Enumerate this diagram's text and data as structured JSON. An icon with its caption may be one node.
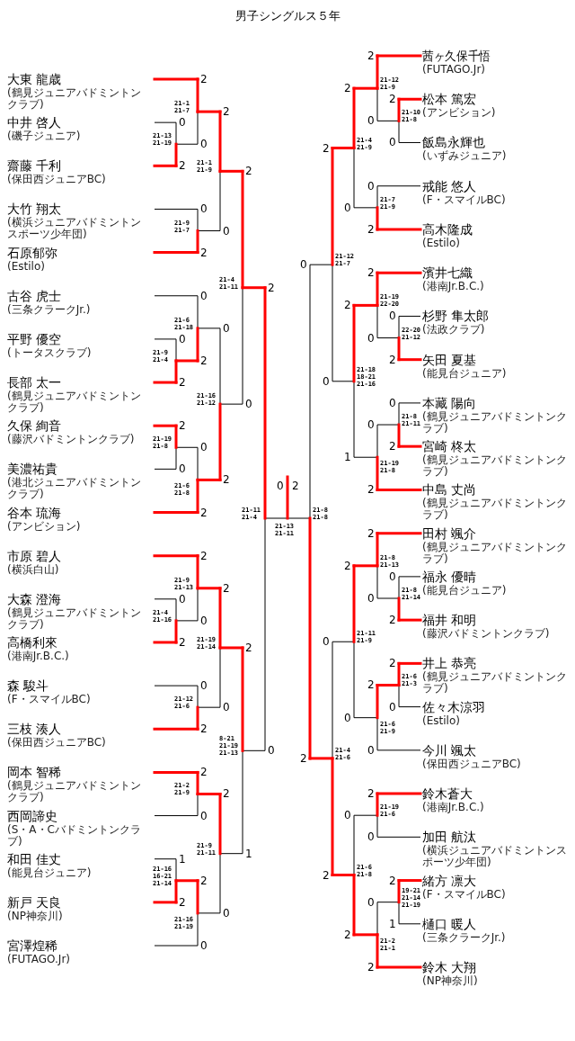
{
  "diagram": {
    "title": "男子シングルス５年",
    "nodes": [
      {
        "text": [
          "大東 龍歳"
        ],
        "beside": [
          "(鶴見ジュニアバドミントンクラブ)"
        ]
      },
      {
        "text": [
          "中井 啓人"
        ],
        "beside": [
          "(磯子ジュニア)"
        ]
      },
      {
        "text": [
          "齋藤 千利"
        ],
        "beside": [
          "(保田西ジュニアBC)"
        ]
      },
      {
        "text": [
          "大竹 翔太"
        ],
        "beside": [
          "(横浜ジュニアバドミントンスポーツ少年団)"
        ]
      },
      {
        "text": [
          "石原郁弥"
        ],
        "beside": [
          "(Estilo)"
        ]
      },
      {
        "text": [
          "古谷 虎士"
        ],
        "beside": [
          "(三条クラークJr.)"
        ]
      },
      {
        "text": [
          "平野 優空"
        ],
        "beside": [
          "(トータスクラブ)"
        ]
      },
      {
        "text": [
          "長部 太一"
        ],
        "beside": [
          "(鶴見ジュニアバドミントンクラブ)"
        ]
      },
      {
        "text": [
          "久保 絢音"
        ],
        "beside": [
          "(藤沢バドミントンクラブ)"
        ]
      },
      {
        "text": [
          "美濃祐貴"
        ],
        "beside": [
          "(港北ジュニアバドミントンクラブ)"
        ]
      },
      {
        "text": [
          "谷本 琉海"
        ],
        "beside": [
          "(アンビション)"
        ]
      },
      {
        "text": [
          "市原 碧人"
        ],
        "beside": [
          "(横浜白山)"
        ]
      },
      {
        "text": [
          "大森 澄海"
        ],
        "beside": [
          "(鶴見ジュニアバドミントンクラブ)"
        ]
      },
      {
        "text": [
          "高橋利來"
        ],
        "beside": [
          "(港南Jr.B.C.)"
        ]
      },
      {
        "text": [
          "森 駿斗"
        ],
        "beside": [
          "(F・スマイルBC)"
        ]
      },
      {
        "text": [
          "三枝 湊人"
        ],
        "beside": [
          "(保田西ジュニアBC)"
        ]
      },
      {
        "text": [
          "岡本 智稀"
        ],
        "beside": [
          "(鶴見ジュニアバドミントンクラブ)"
        ]
      },
      {
        "text": [
          "西岡諦史"
        ],
        "beside": [
          "(S・A・Cバドミントンクラブ)"
        ]
      },
      {
        "text": [
          "和田 佳丈"
        ],
        "beside": [
          "(能見台ジュニア)"
        ]
      },
      {
        "text": [
          "新戸 天良"
        ],
        "beside": [
          "(NP神奈川)"
        ]
      },
      {
        "text": [
          "宮澤煌稀"
        ],
        "beside": [
          "(FUTAGO.Jr)"
        ]
      },
      {
        "text": [
          "茜ヶ久保千悟"
        ],
        "beside": [
          "(FUTAGO.Jr)"
        ]
      },
      {
        "text": [
          "松本 篤宏"
        ],
        "beside": [
          "(アンビション)"
        ]
      },
      {
        "text": [
          "飯島永輝也"
        ],
        "beside": [
          "(いずみジュニア)"
        ]
      },
      {
        "text": [
          "戒能 悠人"
        ],
        "beside": [
          "(F・スマイルBC)"
        ]
      },
      {
        "text": [
          "高木隆成"
        ],
        "beside": [
          "(Estilo)"
        ]
      },
      {
        "text": [
          "濱井七織"
        ],
        "beside": [
          "(港南Jr.B.C.)"
        ]
      },
      {
        "text": [
          "杉野 隼太郎"
        ],
        "beside": [
          "(法政クラブ)"
        ]
      },
      {
        "text": [
          "矢田 夏基"
        ],
        "beside": [
          "(能見台ジュニア)"
        ]
      },
      {
        "text": [
          "本藏 陽向"
        ],
        "beside": [
          "(鶴見ジュニアバドミントンクラブ)"
        ]
      },
      {
        "text": [
          "宮崎 柊太"
        ],
        "beside": [
          "(鶴見ジュニアバドミントンクラブ)"
        ]
      },
      {
        "text": [
          "中島 丈尚"
        ],
        "beside": [
          "(鶴見ジュニアバドミントンクラブ)"
        ]
      },
      {
        "text": [
          "田村 颯介"
        ],
        "beside": [
          "(鶴見ジュニアバドミントンクラブ)"
        ]
      },
      {
        "text": [
          "福永 優晴"
        ],
        "beside": [
          "(能見台ジュニア)"
        ]
      },
      {
        "text": [
          "福井 和明"
        ],
        "beside": [
          "(藤沢バドミントンクラブ)"
        ]
      },
      {
        "text": [
          "井上 恭亮"
        ],
        "beside": [
          "(鶴見ジュニアバドミントンクラブ)"
        ]
      },
      {
        "text": [
          "佐々木涼羽"
        ],
        "beside": [
          "(Estilo)"
        ]
      },
      {
        "text": [
          "今川 颯太"
        ],
        "beside": [
          "(保田西ジュニアBC)"
        ]
      },
      {
        "text": [
          "鈴木蒼大"
        ],
        "beside": [
          "(港南Jr.B.C.)"
        ]
      },
      {
        "text": [
          "加田 航汰"
        ],
        "beside": [
          "(横浜ジュニアバドミントンスポーツ少年団)"
        ]
      },
      {
        "text": [
          "緒方 凛大"
        ],
        "beside": [
          "(F・スマイルBC)"
        ]
      },
      {
        "text": [
          "樋口 暖人"
        ],
        "beside": [
          "(三条クラークJr.)"
        ]
      },
      {
        "text": [
          "鈴木 大翔"
        ],
        "beside": [
          "(NP神奈川)"
        ]
      }
    ],
    "labels": [
      "0",
      "2",
      "21-13 21-19",
      "2",
      "0",
      "21-1 21-7",
      "0",
      "2",
      "21-9 21-7",
      "2",
      "0",
      "21-1 21-9",
      "0",
      "2",
      "21-9 21-4",
      "0",
      "2",
      "21-6 21-18",
      "2",
      "0",
      "21-19 21-8",
      "0",
      "2",
      "21-6 21-8",
      "0",
      "2",
      "21-16 21-12",
      "2",
      "0",
      "21-4 21-11",
      "0",
      "2",
      "21-4 21-16",
      "2",
      "0",
      "21-9 21-13",
      "0",
      "2",
      "21-12 21-6",
      "2",
      "0",
      "21-19 21-14",
      "2",
      "0",
      "21-2 21-9",
      "1",
      "2",
      "21-16 16-21 21-14",
      "2",
      "0",
      "21-16 21-19",
      "2",
      "0",
      "21-9 21-11",
      "2",
      "1",
      "8-21 21-19 21-13",
      "2",
      "0",
      "21-11 21-4",
      "2",
      "0",
      "21-10 21-8",
      "2",
      "0",
      "21-12 21-9",
      "0",
      "2",
      "21-7 21-9",
      "2",
      "0",
      "21-4 21-9",
      "0",
      "2",
      "22-20 21-12",
      "2",
      "0",
      "21-19 22-20",
      "0",
      "2",
      "21-8 21-11",
      "0",
      "2",
      "21-19 21-8",
      "2",
      "1",
      "21-18 18-21 21-16",
      "2",
      "0",
      "21-12 21-7",
      "0",
      "2",
      "21-8 21-14",
      "2",
      "0",
      "21-8 21-13",
      "2",
      "0",
      "21-6 21-3",
      "2",
      "0",
      "21-6 21-9",
      "2",
      "0",
      "21-11 21-9",
      "2",
      "0",
      "21-19 21-6",
      "2",
      "1",
      "19-21 21-14 21-19",
      "0",
      "2",
      "21-2 21-1",
      "0",
      "2",
      "21-6 21-8",
      "0",
      "2",
      "21-4 21-6",
      "0",
      "2",
      "21-8 21-8",
      "0",
      "2",
      "21-13 21-11"
    ]
  }
}
